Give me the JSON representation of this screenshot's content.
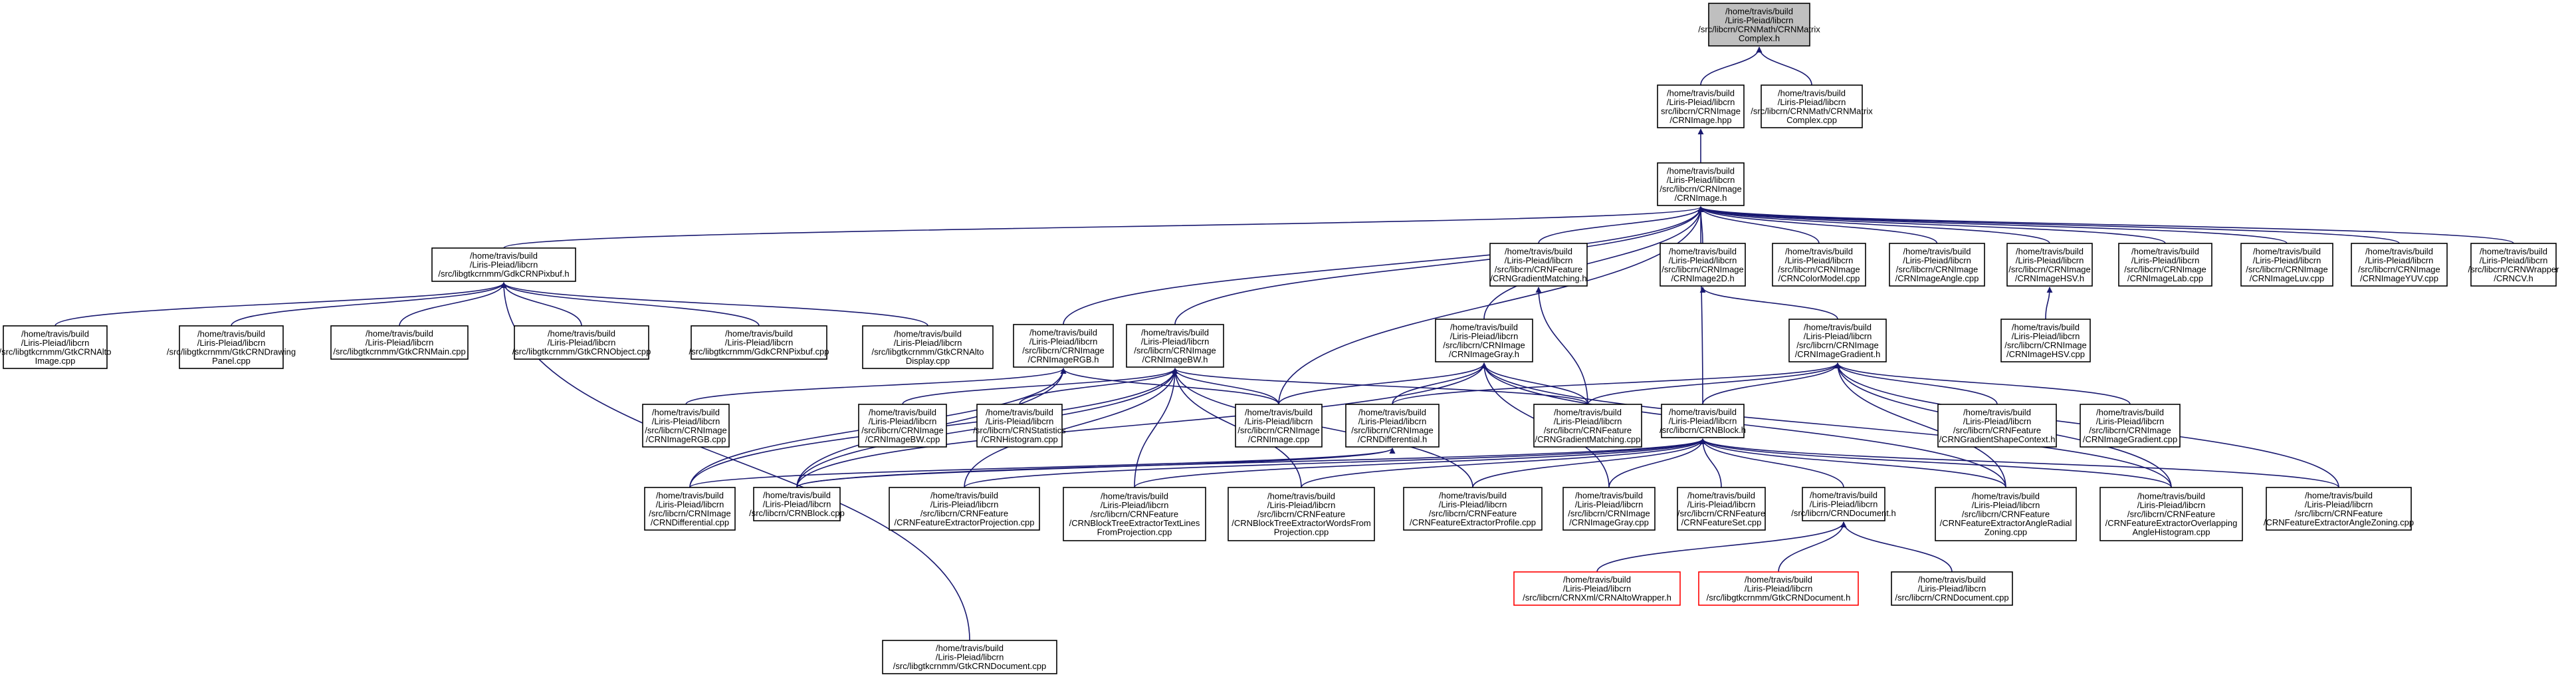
{
  "colors": {
    "edge": "#191970",
    "node_border": "#000000",
    "root_fill": "#bfbfbf",
    "missing_border": "#ff0000",
    "node_fill": "#ffffff",
    "text": "#000000"
  },
  "nodes": [
    {
      "id": "matrix_h",
      "kind": "root",
      "lines": [
        "/home/travis/build",
        "/Liris-Pleiad/libcrn",
        "/src/libcrn/CRNMath/CRNMatrix",
        "Complex.h"
      ]
    },
    {
      "id": "image_hpp",
      "lines": [
        "/home/travis/build",
        "/Liris-Pleiad/libcrn",
        "src/libcrn/CRNImage",
        "/CRNImage.hpp"
      ]
    },
    {
      "id": "matrix_cpp",
      "lines": [
        "/home/travis/build",
        "/Liris-Pleiad/libcrn",
        "/src/libcrn/CRNMath/CRNMatrix",
        "Complex.cpp"
      ]
    },
    {
      "id": "image_h",
      "lines": [
        "/home/travis/build",
        "/Liris-Pleiad/libcrn",
        "/src/libcrn/CRNImage",
        "/CRNImage.h"
      ]
    },
    {
      "id": "gdkpixbuf_h",
      "lines": [
        "/home/travis/build",
        "/Liris-Pleiad/libcrn",
        "/src/libgtkcrnmm/GdkCRNPixbuf.h"
      ]
    },
    {
      "id": "gradmatch_h",
      "lines": [
        "/home/travis/build",
        "/Liris-Pleiad/libcrn",
        "/src/libcrn/CRNFeature",
        "/CRNGradientMatching.h"
      ]
    },
    {
      "id": "image2d_h",
      "lines": [
        "/home/travis/build",
        "/Liris-Pleiad/libcrn",
        "/src/libcrn/CRNImage",
        "/CRNImage2D.h"
      ]
    },
    {
      "id": "colormodel_cpp",
      "lines": [
        "/home/travis/build",
        "/Liris-Pleiad/libcrn",
        "/src/libcrn/CRNImage",
        "/CRNColorModel.cpp"
      ]
    },
    {
      "id": "imageangle_cpp",
      "lines": [
        "/home/travis/build",
        "/Liris-Pleiad/libcrn",
        "/src/libcrn/CRNImage",
        "/CRNImageAngle.cpp"
      ]
    },
    {
      "id": "imagehsv_h",
      "lines": [
        "/home/travis/build",
        "/Liris-Pleiad/libcrn",
        "/src/libcrn/CRNImage",
        "/CRNImageHSV.h"
      ]
    },
    {
      "id": "imagelab_cpp",
      "lines": [
        "/home/travis/build",
        "/Liris-Pleiad/libcrn",
        "/src/libcrn/CRNImage",
        "/CRNImageLab.cpp"
      ]
    },
    {
      "id": "imageluv_cpp",
      "lines": [
        "/home/travis/build",
        "/Liris-Pleiad/libcrn",
        "/src/libcrn/CRNImage",
        "/CRNImageLuv.cpp"
      ]
    },
    {
      "id": "imageyuv_cpp",
      "lines": [
        "/home/travis/build",
        "/Liris-Pleiad/libcrn",
        "/src/libcrn/CRNImage",
        "/CRNImageYUV.cpp"
      ]
    },
    {
      "id": "crncv_h",
      "lines": [
        "/home/travis/build",
        "/Liris-Pleiad/libcrn",
        "/src/libcrn/CRNWrapper",
        "/CRNCV.h"
      ]
    },
    {
      "id": "gtkalto_cpp",
      "lines": [
        "/home/travis/build",
        "/Liris-Pleiad/libcrn",
        "/src/libgtkcrnmm/GtkCRNAlto",
        "Image.cpp"
      ]
    },
    {
      "id": "gtkdrawing_cpp",
      "lines": [
        "/home/travis/build",
        "/Liris-Pleiad/libcrn",
        "/src/libgtkcrnmm/GtkCRNDrawing",
        "Panel.cpp"
      ]
    },
    {
      "id": "gtkmain_cpp",
      "lines": [
        "/home/travis/build",
        "/Liris-Pleiad/libcrn",
        "/src/libgtkcrnmm/GtkCRNMain.cpp"
      ]
    },
    {
      "id": "gtkobject_cpp",
      "lines": [
        "/home/travis/build",
        "/Liris-Pleiad/libcrn",
        "/src/libgtkcrnmm/GtkCRNObject.cpp"
      ]
    },
    {
      "id": "gdkpixbuf_cpp",
      "lines": [
        "/home/travis/build",
        "/Liris-Pleiad/libcrn",
        "/src/libgtkcrnmm/GdkCRNPixbuf.cpp"
      ]
    },
    {
      "id": "altodisplay_cpp",
      "lines": [
        "/home/travis/build",
        "/Liris-Pleiad/libcrn",
        "/src/libgtkcrnmm/GtkCRNAlto",
        "Display.cpp"
      ]
    },
    {
      "id": "imagergb_h",
      "lines": [
        "/home/travis/build",
        "/Liris-Pleiad/libcrn",
        "/src/libcrn/CRNImage",
        "/CRNImageRGB.h"
      ]
    },
    {
      "id": "imagebw_h",
      "lines": [
        "/home/travis/build",
        "/Liris-Pleiad/libcrn",
        "/src/libcrn/CRNImage",
        "/CRNImageBW.h"
      ]
    },
    {
      "id": "imagegray_h",
      "lines": [
        "/home/travis/build",
        "/Liris-Pleiad/libcrn",
        "/src/libcrn/CRNImage",
        "/CRNImageGray.h"
      ]
    },
    {
      "id": "imagegradient_h",
      "lines": [
        "/home/travis/build",
        "/Liris-Pleiad/libcrn",
        "/src/libcrn/CRNImage",
        "/CRNImageGradient.h"
      ]
    },
    {
      "id": "imagehsv_cpp",
      "lines": [
        "/home/travis/build",
        "/Liris-Pleiad/libcrn",
        "/src/libcrn/CRNImage",
        "/CRNImageHSV.cpp"
      ]
    },
    {
      "id": "imagergb_cpp",
      "lines": [
        "/home/travis/build",
        "/Liris-Pleiad/libcrn",
        "/src/libcrn/CRNImage",
        "/CRNImageRGB.cpp"
      ]
    },
    {
      "id": "imagebw_cpp",
      "lines": [
        "/home/travis/build",
        "/Liris-Pleiad/libcrn",
        "/src/libcrn/CRNImage",
        "/CRNImageBW.cpp"
      ]
    },
    {
      "id": "statistics_cpp",
      "lines": [
        "/home/travis/build",
        "/Liris-Pleiad/libcrn",
        "/src/libcrn/CRNStatistics",
        "/CRNHistogram.cpp"
      ]
    },
    {
      "id": "image_cpp",
      "lines": [
        "/home/travis/build",
        "/Liris-Pleiad/libcrn",
        "/src/libcrn/CRNImage",
        "/CRNImage.cpp"
      ]
    },
    {
      "id": "differential_h",
      "lines": [
        "/home/travis/build",
        "/Liris-Pleiad/libcrn",
        "/src/libcrn/CRNImage",
        "/CRNDifferential.h"
      ]
    },
    {
      "id": "gradmatch_cpp",
      "lines": [
        "/home/travis/build",
        "/Liris-Pleiad/libcrn",
        "/src/libcrn/CRNFeature",
        "/CRNGradientMatching.cpp"
      ]
    },
    {
      "id": "block_h",
      "lines": [
        "/home/travis/build",
        "/Liris-Pleiad/libcrn",
        "/src/libcrn/CRNBlock.h"
      ]
    },
    {
      "id": "shapecontext_h",
      "lines": [
        "/home/travis/build",
        "/Liris-Pleiad/libcrn",
        "/src/libcrn/CRNFeature",
        "/CRNGradientShapeContext.h"
      ]
    },
    {
      "id": "imagegradient_cpp",
      "lines": [
        "/home/travis/build",
        "/Liris-Pleiad/libcrn",
        "/src/libcrn/CRNImage",
        "/CRNImageGradient.cpp"
      ]
    },
    {
      "id": "differential_cpp",
      "lines": [
        "/home/travis/build",
        "/Liris-Pleiad/libcrn",
        "/src/libcrn/CRNImage",
        "/CRNDifferential.cpp"
      ]
    },
    {
      "id": "block_cpp",
      "lines": [
        "/home/travis/build",
        "/Liris-Pleiad/libcrn",
        "/src/libcrn/CRNBlock.cpp"
      ]
    },
    {
      "id": "featproj_cpp",
      "lines": [
        "/home/travis/build",
        "/Liris-Pleiad/libcrn",
        "/src/libcrn/CRNFeature",
        "/CRNFeatureExtractorProjection.cpp"
      ]
    },
    {
      "id": "textlines_cpp",
      "lines": [
        "/home/travis/build",
        "/Liris-Pleiad/libcrn",
        "/src/libcrn/CRNFeature",
        "/CRNBlockTreeExtractorTextLines",
        "FromProjection.cpp"
      ]
    },
    {
      "id": "wordsfrom_cpp",
      "lines": [
        "/home/travis/build",
        "/Liris-Pleiad/libcrn",
        "/src/libcrn/CRNFeature",
        "/CRNBlockTreeExtractorWordsFrom",
        "Projection.cpp"
      ]
    },
    {
      "id": "profile_cpp",
      "lines": [
        "/home/travis/build",
        "/Liris-Pleiad/libcrn",
        "/src/libcrn/CRNFeature",
        "/CRNFeatureExtractorProfile.cpp"
      ]
    },
    {
      "id": "imagegray_cpp",
      "lines": [
        "/home/travis/build",
        "/Liris-Pleiad/libcrn",
        "/src/libcrn/CRNImage",
        "/CRNImageGray.cpp"
      ]
    },
    {
      "id": "featureset_cpp",
      "lines": [
        "/home/travis/build",
        "/Liris-Pleiad/libcrn",
        "/src/libcrn/CRNFeature",
        "/CRNFeatureSet.cpp"
      ]
    },
    {
      "id": "document_h",
      "lines": [
        "/home/travis/build",
        "/Liris-Pleiad/libcrn",
        "/src/libcrn/CRNDocument.h"
      ]
    },
    {
      "id": "radialzoning_cpp",
      "lines": [
        "/home/travis/build",
        "/Liris-Pleiad/libcrn",
        "/src/libcrn/CRNFeature",
        "/CRNFeatureExtractorAngleRadial",
        "Zoning.cpp"
      ]
    },
    {
      "id": "overlapping_cpp",
      "lines": [
        "/home/travis/build",
        "/Liris-Pleiad/libcrn",
        "/src/libcrn/CRNFeature",
        "/CRNFeatureExtractorOverlapping",
        "AngleHistogram.cpp"
      ]
    },
    {
      "id": "anglezoning_cpp",
      "lines": [
        "/home/travis/build",
        "/Liris-Pleiad/libcrn",
        "/src/libcrn/CRNFeature",
        "/CRNFeatureExtractorAngleZoning.cpp"
      ]
    },
    {
      "id": "altowrapper_h",
      "kind": "missing",
      "lines": [
        "/home/travis/build",
        "/Liris-Pleiad/libcrn",
        "/src/libcrn/CRNXml/CRNAltoWrapper.h"
      ]
    },
    {
      "id": "gtkdocument_h",
      "kind": "missing",
      "lines": [
        "/home/travis/build",
        "/Liris-Pleiad/libcrn",
        "/src/libgtkcrnmm/GtkCRNDocument.h"
      ]
    },
    {
      "id": "document_cpp",
      "lines": [
        "/home/travis/build",
        "/Liris-Pleiad/libcrn",
        "/src/libcrn/CRNDocument.cpp"
      ]
    },
    {
      "id": "gtkdocument_cpp",
      "lines": [
        "/home/travis/build",
        "/Liris-Pleiad/libcrn",
        "/src/libgtkcrnmm/GtkCRNDocument.cpp"
      ]
    }
  ],
  "edges": [
    [
      "image_hpp",
      "matrix_h"
    ],
    [
      "matrix_cpp",
      "matrix_h"
    ],
    [
      "image_h",
      "image_hpp"
    ],
    [
      "gdkpixbuf_h",
      "image_h"
    ],
    [
      "gradmatch_h",
      "image_h"
    ],
    [
      "image2d_h",
      "image_h"
    ],
    [
      "colormodel_cpp",
      "image_h"
    ],
    [
      "imageangle_cpp",
      "image_h"
    ],
    [
      "imagehsv_h",
      "image_h"
    ],
    [
      "imagelab_cpp",
      "image_h"
    ],
    [
      "imageluv_cpp",
      "image_h"
    ],
    [
      "imageyuv_cpp",
      "image_h"
    ],
    [
      "crncv_h",
      "image_h"
    ],
    [
      "imagergb_h",
      "image_h"
    ],
    [
      "imagebw_h",
      "image_h"
    ],
    [
      "imagegray_h",
      "image_h"
    ],
    [
      "image_cpp",
      "image_h"
    ],
    [
      "block_h",
      "image_h"
    ],
    [
      "gtkalto_cpp",
      "gdkpixbuf_h"
    ],
    [
      "gtkdrawing_cpp",
      "gdkpixbuf_h"
    ],
    [
      "gtkmain_cpp",
      "gdkpixbuf_h"
    ],
    [
      "gtkobject_cpp",
      "gdkpixbuf_h"
    ],
    [
      "gdkpixbuf_cpp",
      "gdkpixbuf_h"
    ],
    [
      "altodisplay_cpp",
      "gdkpixbuf_h"
    ],
    [
      "gtkdocument_cpp",
      "gdkpixbuf_h"
    ],
    [
      "gradmatch_cpp",
      "gradmatch_h"
    ],
    [
      "imagegradient_h",
      "image2d_h"
    ],
    [
      "imagehsv_cpp",
      "imagehsv_h"
    ],
    [
      "imagergb_cpp",
      "imagergb_h"
    ],
    [
      "differential_cpp",
      "imagergb_h"
    ],
    [
      "block_cpp",
      "imagergb_h"
    ],
    [
      "image_cpp",
      "imagergb_h"
    ],
    [
      "imagebw_cpp",
      "imagebw_h"
    ],
    [
      "statistics_cpp",
      "imagebw_h"
    ],
    [
      "image_cpp",
      "imagebw_h"
    ],
    [
      "block_cpp",
      "imagebw_h"
    ],
    [
      "featproj_cpp",
      "imagebw_h"
    ],
    [
      "textlines_cpp",
      "imagebw_h"
    ],
    [
      "wordsfrom_cpp",
      "imagebw_h"
    ],
    [
      "profile_cpp",
      "imagebw_h"
    ],
    [
      "differential_cpp",
      "imagebw_h"
    ],
    [
      "gradmatch_cpp",
      "imagebw_h"
    ],
    [
      "imagegray_cpp",
      "imagegray_h"
    ],
    [
      "differential_h",
      "imagegray_h"
    ],
    [
      "image_cpp",
      "imagegray_h"
    ],
    [
      "block_cpp",
      "imagegray_h"
    ],
    [
      "gradmatch_cpp",
      "imagegray_h"
    ],
    [
      "radialzoning_cpp",
      "imagegray_h"
    ],
    [
      "overlapping_cpp",
      "imagegray_h"
    ],
    [
      "block_h",
      "imagegradient_h"
    ],
    [
      "shapecontext_h",
      "imagegradient_h"
    ],
    [
      "imagegradient_cpp",
      "imagegradient_h"
    ],
    [
      "differential_h",
      "imagegradient_h"
    ],
    [
      "gradmatch_cpp",
      "imagegradient_h"
    ],
    [
      "radialzoning_cpp",
      "imagegradient_h"
    ],
    [
      "overlapping_cpp",
      "imagegradient_h"
    ],
    [
      "anglezoning_cpp",
      "imagegradient_h"
    ],
    [
      "differential_cpp",
      "differential_h"
    ],
    [
      "block_cpp",
      "differential_h"
    ],
    [
      "block_cpp",
      "block_h"
    ],
    [
      "featproj_cpp",
      "block_h"
    ],
    [
      "textlines_cpp",
      "block_h"
    ],
    [
      "wordsfrom_cpp",
      "block_h"
    ],
    [
      "profile_cpp",
      "block_h"
    ],
    [
      "imagegray_cpp",
      "block_h"
    ],
    [
      "featureset_cpp",
      "block_h"
    ],
    [
      "document_h",
      "block_h"
    ],
    [
      "radialzoning_cpp",
      "block_h"
    ],
    [
      "overlapping_cpp",
      "block_h"
    ],
    [
      "anglezoning_cpp",
      "block_h"
    ],
    [
      "altowrapper_h",
      "document_h"
    ],
    [
      "gtkdocument_h",
      "document_h"
    ],
    [
      "document_cpp",
      "document_h"
    ]
  ]
}
